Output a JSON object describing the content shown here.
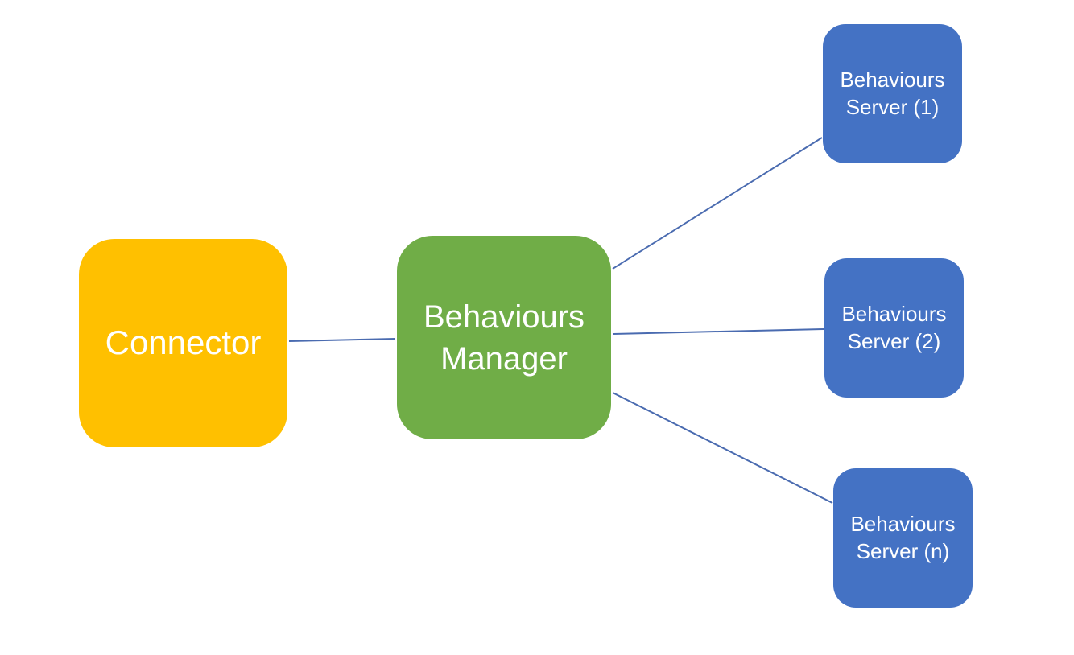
{
  "colors": {
    "connector": "#FFC000",
    "manager": "#70AD47",
    "server": "#4472C4",
    "edge": "#4A6BB0",
    "text": "#FFFFFF"
  },
  "nodes": {
    "connector": {
      "label": "Connector"
    },
    "manager": {
      "label": "Behaviours\nManager"
    },
    "servers": [
      {
        "label": "Behaviours\nServer (1)"
      },
      {
        "label": "Behaviours\nServer (2)"
      },
      {
        "label": "Behaviours\nServer (n)"
      }
    ]
  },
  "edges": [
    {
      "from": "connector",
      "to": "manager"
    },
    {
      "from": "manager",
      "to": "server-1"
    },
    {
      "from": "manager",
      "to": "server-2"
    },
    {
      "from": "manager",
      "to": "server-n"
    }
  ]
}
